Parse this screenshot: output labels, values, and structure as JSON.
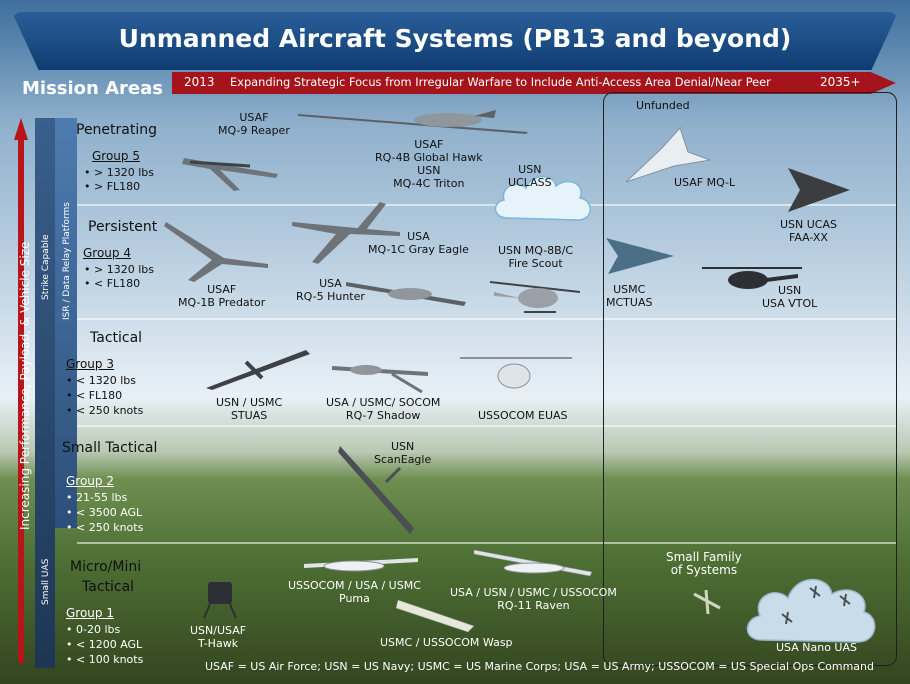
{
  "title": "Unmanned Aircraft Systems (PB13 and beyond)",
  "mission_areas": "Mission Areas",
  "timeline": {
    "start": "2013",
    "text": "Expanding Strategic Focus from Irregular Warfare to Include Anti-Access Area Denial/Near Peer",
    "end": "2035+"
  },
  "axis": {
    "main": "Increasing Performance, Payload, & Vehicle Size",
    "strike": "Strike Capable",
    "isr": "ISR / Data Relay Platforms",
    "small": "Small UAS"
  },
  "unfunded": "Unfunded",
  "categories": {
    "penetrating": "Penetrating",
    "persistent": "Persistent",
    "tactical": "Tactical",
    "small_tactical": "Small Tactical",
    "micro_mini": [
      "Micro/Mini",
      "Tactical"
    ]
  },
  "groups": {
    "g5": {
      "name": "Group 5",
      "bullets": [
        "> 1320 lbs",
        "> FL180"
      ]
    },
    "g4": {
      "name": "Group 4",
      "bullets": [
        "> 1320 lbs",
        "< FL180"
      ]
    },
    "g3": {
      "name": "Group 3",
      "bullets": [
        "< 1320 lbs",
        "< FL180",
        "< 250 knots"
      ]
    },
    "g2": {
      "name": "Group 2",
      "bullets": [
        "21-55 lbs",
        "< 3500 AGL",
        "< 250 knots"
      ]
    },
    "g1": {
      "name": "Group 1",
      "bullets": [
        "0-20 lbs",
        "< 1200 AGL",
        "< 100 knots"
      ]
    }
  },
  "aircraft": {
    "reaper": [
      "USAF",
      "MQ-9 Reaper"
    ],
    "global_hawk": [
      "USAF",
      "RQ-4B Global Hawk",
      "USN",
      "MQ-4C Triton"
    ],
    "uclass": [
      "USN",
      "UCLASS"
    ],
    "mql": "USAF MQ-L",
    "ucas": [
      "USN UCAS",
      "FAA-XX"
    ],
    "predator": [
      "USAF",
      "MQ-1B Predator"
    ],
    "gray_eagle": [
      "USA",
      "MQ-1C Gray Eagle"
    ],
    "hunter": [
      "USA",
      "RQ-5 Hunter"
    ],
    "fire_scout": [
      "USN MQ-8B/C",
      "Fire Scout"
    ],
    "mctuas": [
      "USMC",
      "MCTUAS"
    ],
    "vtol": [
      "USN",
      "USA  VTOL"
    ],
    "stuas": [
      "USN / USMC",
      "STUAS"
    ],
    "shadow": [
      "USA / USMC/ SOCOM",
      "RQ-7 Shadow"
    ],
    "euas": "USSOCOM EUAS",
    "scaneagle": [
      "USN",
      "ScanEagle"
    ],
    "puma": [
      "USSOCOM / USA / USMC",
      "Puma"
    ],
    "raven": [
      "USA / USN / USMC / USSOCOM",
      "RQ-11 Raven"
    ],
    "wasp": "USMC / USSOCOM Wasp",
    "thawk": [
      "USN/USAF",
      "T-Hawk"
    ],
    "small_family": [
      "Small Family",
      "of Systems"
    ],
    "nano": "USA Nano UAS"
  },
  "legend": "USAF  = US Air Force; USN = US Navy; USMC = US Marine Corps; USA = US Army; USSOCOM = US Special Ops Command",
  "colors": {
    "banner": "#1b4c86",
    "timeline_arrow": "#a5141b",
    "left_arrow": "#b81419",
    "sky": "#bfd3e3",
    "ground": "#4e6f34"
  },
  "icons": [
    "aircraft-icon",
    "helicopter-icon",
    "cloud-icon",
    "up-arrow-icon"
  ]
}
